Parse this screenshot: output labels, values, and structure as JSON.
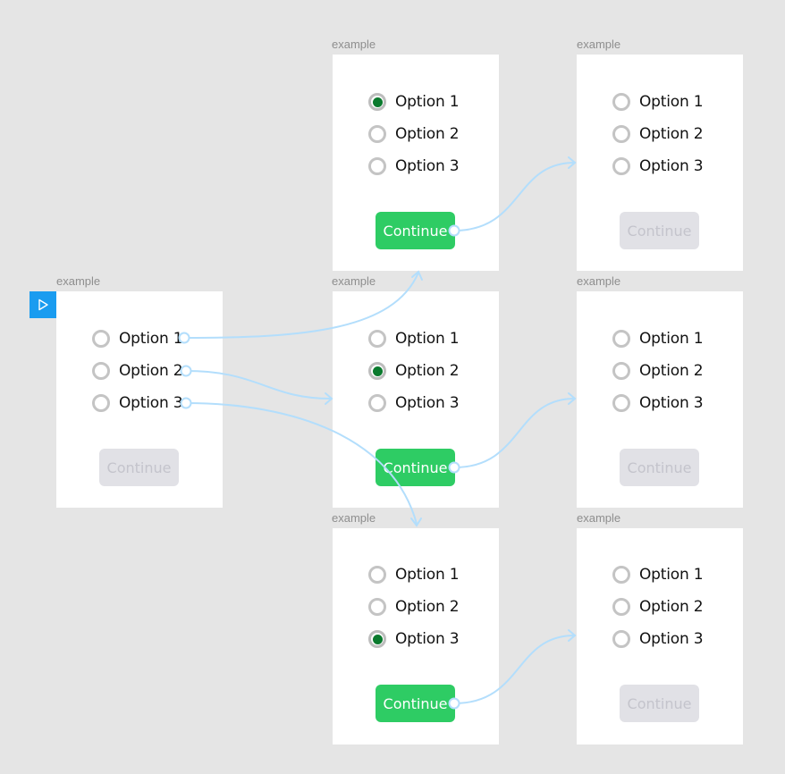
{
  "frames": [
    {
      "label": "example",
      "options": [
        "Option 1",
        "Option 2",
        "Option 3"
      ],
      "selected": null,
      "button": "Continue",
      "enabled": false
    },
    {
      "label": "example",
      "options": [
        "Option 1",
        "Option 2",
        "Option 3"
      ],
      "selected": 0,
      "button": "Continue",
      "enabled": true
    },
    {
      "label": "example",
      "options": [
        "Option 1",
        "Option 2",
        "Option 3"
      ],
      "selected": 1,
      "button": "Continue",
      "enabled": true
    },
    {
      "label": "example",
      "options": [
        "Option 1",
        "Option 2",
        "Option 3"
      ],
      "selected": 2,
      "button": "Continue",
      "enabled": true
    },
    {
      "label": "example",
      "options": [
        "Option 1",
        "Option 2",
        "Option 3"
      ],
      "selected": null,
      "button": "Continue",
      "enabled": false
    },
    {
      "label": "example",
      "options": [
        "Option 1",
        "Option 2",
        "Option 3"
      ],
      "selected": null,
      "button": "Continue",
      "enabled": false
    },
    {
      "label": "example",
      "options": [
        "Option 1",
        "Option 2",
        "Option 3"
      ],
      "selected": null,
      "button": "Continue",
      "enabled": false
    }
  ],
  "colors": {
    "canvas": "#e5e5e5",
    "selected_dot": "#0b7a2e",
    "continue_enabled": "#2ecc64",
    "continue_disabled": "#e1e1e6",
    "prototype_link": "#b3defc",
    "start_marker": "#1a9cf0"
  },
  "icons": {
    "start": "play-icon",
    "link_end": "arrow-icon",
    "link_start": "hotspot-circle-icon"
  }
}
